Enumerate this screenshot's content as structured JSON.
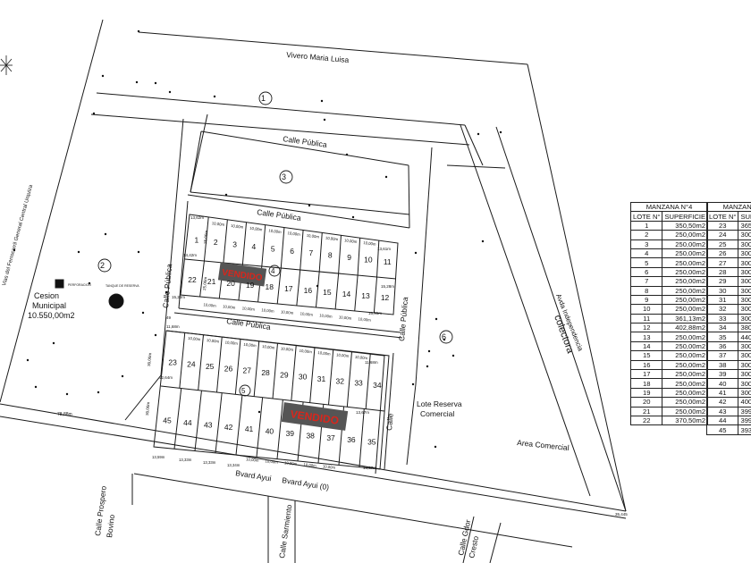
{
  "neighbors": {
    "vivero": "Vivero Maria Luisa",
    "railway": "Vias del Ferrocarril General Central Urquiza"
  },
  "streets": {
    "calle_publica": "Calle Pública",
    "calle": "Calle",
    "bvard_1": "Bvard Ayui",
    "bvard_2": "Bvard Ayui (0)",
    "avda_1": "Avda Independencia",
    "colectora": "colectora",
    "prospero_1": "Calle Prospero",
    "prospero_2": "Bovino",
    "sarmiento": "Calle Sarmiento",
    "gdor_1": "Calle Gdor",
    "gdor_2": "Cresto"
  },
  "areas": {
    "cesion_1": "Cesion",
    "cesion_2": "Municipal",
    "cesion_3": "10.550,00m2",
    "reserva_1": "Lote Reserva",
    "reserva_2": "Comercial",
    "area_comercial": "Area Comercial",
    "small_1": "PERFORACION",
    "small_2": "TANQUE DE RESERVA"
  },
  "markers": [
    "1",
    "2",
    "3",
    "4",
    "5",
    "6"
  ],
  "badges": {
    "sold": "VENDIDO",
    "sold_color": "#d9261c"
  },
  "manzana4": {
    "lots_top": [
      "1",
      "2",
      "3",
      "4",
      "5",
      "6",
      "7",
      "8",
      "9",
      "10",
      "11"
    ],
    "lots_bottom": [
      "22",
      "21",
      "20",
      "19",
      "18",
      "17",
      "16",
      "15",
      "14",
      "13",
      "12"
    ],
    "sold_lots": [
      "19",
      "18"
    ],
    "dims": {
      "top_left": "13,62m",
      "row_top_widths": [
        "10,00m",
        "10,00m",
        "10,00m",
        "10,00m",
        "10,00m",
        "10,00m",
        "10,00m",
        "10,00m",
        "10,00m"
      ],
      "top_right": "13,61m",
      "depth": "25,00m",
      "left_mid": "14,42m",
      "right_mid": "15,28m",
      "bottom_left": "15,22m",
      "bottom_right": "16,95m",
      "row_bottom_widths": [
        "10,00m",
        "10,00m",
        "10,00m",
        "10,00m",
        "10,00m",
        "10,00m",
        "10,00m",
        "10,00m",
        "10,00m"
      ]
    }
  },
  "manzana5": {
    "lots_top": [
      "23",
      "24",
      "25",
      "26",
      "27",
      "28",
      "29",
      "30",
      "31",
      "32",
      "33",
      "34"
    ],
    "lots_bottom": [
      "45",
      "44",
      "43",
      "42",
      "41",
      "40",
      "39",
      "38",
      "37",
      "36",
      "35"
    ],
    "sold_lots": [
      "39",
      "38",
      "37"
    ],
    "dims": {
      "top_left": "11,68m",
      "top_right": "11,68m",
      "row_top_widths": [
        "10,00m",
        "10,00m",
        "10,00m",
        "10,00m",
        "10,00m",
        "10,00m",
        "10,00m",
        "10,00m",
        "10,00m",
        "10,00m"
      ],
      "depth": "30,00m",
      "left_mid": "12,64m",
      "right_mid": "13,67m",
      "bottom_lefts": [
        "13,59m",
        "13,33m",
        "13,33m",
        "13,34m"
      ],
      "bottom_right": "15,67m",
      "row_bottom_widths": [
        "10,00m",
        "10,00m",
        "10,00m",
        "10,00m",
        "10,00m"
      ]
    }
  },
  "misc_dims": {
    "frontage": "78,88m",
    "corner": "35,445",
    "post": "49"
  },
  "table_m4": {
    "title": "MANZANA  N°4",
    "col_lote": "LOTE  N°",
    "col_sup": "SUPERFICIE",
    "rows": [
      [
        "1",
        "350,50m2"
      ],
      [
        "2",
        "250,00m2"
      ],
      [
        "3",
        "250,00m2"
      ],
      [
        "4",
        "250,00m2"
      ],
      [
        "5",
        "250,00m2"
      ],
      [
        "6",
        "250,00m2"
      ],
      [
        "7",
        "250,00m2"
      ],
      [
        "8",
        "250,00m2"
      ],
      [
        "9",
        "250,00m2"
      ],
      [
        "10",
        "250,00m2"
      ],
      [
        "11",
        "361,13m2"
      ],
      [
        "12",
        "402,88m2"
      ],
      [
        "13",
        "250,00m2"
      ],
      [
        "14",
        "250,00m2"
      ],
      [
        "15",
        "250,00m2"
      ],
      [
        "16",
        "250,00m2"
      ],
      [
        "17",
        "250,00m2"
      ],
      [
        "18",
        "250,00m2"
      ],
      [
        "19",
        "250,00m2"
      ],
      [
        "20",
        "250,00m2"
      ],
      [
        "21",
        "250,00m2"
      ],
      [
        "22",
        "370,50m2"
      ]
    ]
  },
  "table_m5": {
    "title": "MANZANA",
    "col_lote": "LOTE  N°",
    "col_sup": "SUPERFI",
    "rows": [
      [
        "23",
        "365"
      ],
      [
        "24",
        "300"
      ],
      [
        "25",
        "300"
      ],
      [
        "26",
        "300"
      ],
      [
        "27",
        "300"
      ],
      [
        "28",
        "300"
      ],
      [
        "29",
        "300"
      ],
      [
        "30",
        "300"
      ],
      [
        "31",
        "300"
      ],
      [
        "32",
        "300"
      ],
      [
        "33",
        "300"
      ],
      [
        "34",
        "380"
      ],
      [
        "35",
        "440"
      ],
      [
        "36",
        "300"
      ],
      [
        "37",
        "300"
      ],
      [
        "38",
        "300"
      ],
      [
        "39",
        "300"
      ],
      [
        "40",
        "300"
      ],
      [
        "41",
        "300"
      ],
      [
        "42",
        "400"
      ],
      [
        "43",
        "399"
      ],
      [
        "44",
        "399"
      ],
      [
        "45",
        "393"
      ]
    ]
  }
}
